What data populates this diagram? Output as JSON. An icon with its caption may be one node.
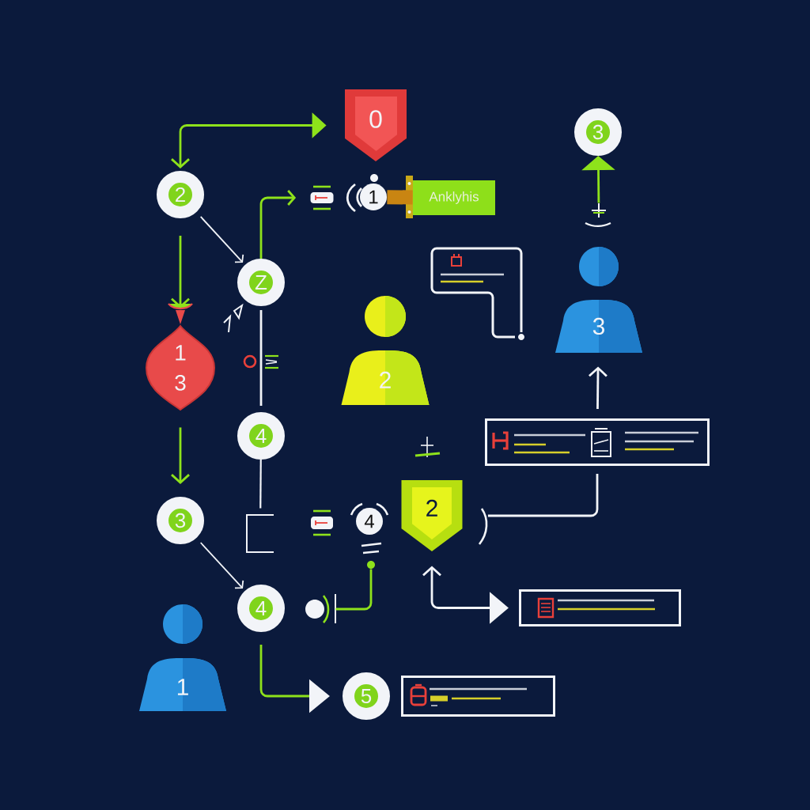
{
  "diagram": {
    "nodes": [
      {
        "text": [
          "0"
        ]
      },
      {
        "text": [
          "2"
        ]
      },
      {
        "text": [],
        "shape": "box"
      },
      {
        "text": [
          "1"
        ]
      },
      {
        "text": [
          "Anklyhis"
        ]
      },
      {
        "text": [
          "Z"
        ]
      },
      {
        "text": [
          "1",
          "3"
        ]
      },
      {
        "text": [
          "2"
        ]
      },
      {
        "text": [],
        "shape": "box"
      },
      {
        "text": [
          "3"
        ]
      },
      {
        "text": [
          "3"
        ]
      },
      {
        "text": [
          "4"
        ]
      },
      {
        "text": [],
        "shape": "box"
      },
      {
        "text": [
          "3"
        ]
      },
      {
        "text": [
          "4"
        ]
      },
      {
        "text": [
          "2"
        ]
      },
      {
        "text": [
          "4"
        ]
      },
      {
        "text": [],
        "shape": "circle"
      },
      {
        "text": [
          "1"
        ]
      },
      {
        "text": [],
        "shape": "box"
      },
      {
        "text": [
          "5"
        ]
      },
      {
        "text": [],
        "shape": "box"
      },
      {
        "text": [],
        "shape": "circle"
      },
      {
        "text": [],
        "shape": "bracket"
      },
      {
        "text": [],
        "shape": "sparkle"
      }
    ],
    "edges": [
      {
        "from": 1,
        "to": 0,
        "arrow": "both",
        "color": "#8ee21b"
      },
      {
        "from": 5,
        "to": 2,
        "arrow": "to",
        "color": "#8ee21b"
      },
      {
        "from": 3,
        "to": 4,
        "arrow": "none",
        "style": "thick",
        "color": "#c98512"
      },
      {
        "from": 1,
        "to": 6,
        "arrow": "to",
        "color": "#8ee21b"
      },
      {
        "from": 1,
        "to": 5,
        "arrow": "to",
        "color": "#f2f4f8"
      },
      {
        "from": 5,
        "to": 11,
        "arrow": "none",
        "color": "#f2f4f8"
      },
      {
        "from": 6,
        "to": 13,
        "arrow": "to",
        "color": "#8ee21b"
      },
      {
        "from": 24,
        "to": 10,
        "arrow": "to",
        "color": "#8ee21b"
      },
      {
        "from": 12,
        "to": 9,
        "arrow": "to",
        "color": "#f2f4f8"
      },
      {
        "from": 15,
        "to": 12,
        "arrow": "none",
        "color": "#f2f4f8"
      },
      {
        "from": 13,
        "to": 16,
        "arrow": "to",
        "color": "#f2f4f8"
      },
      {
        "from": 17,
        "to": 22,
        "arrow": "none",
        "color": "#8ee21b"
      },
      {
        "from": 16,
        "to": 20,
        "arrow": "to",
        "color": "#8ee21b"
      },
      {
        "from": 15,
        "to": 19,
        "arrow": "both",
        "color": "#f2f4f8"
      },
      {
        "from": 11,
        "to": 23,
        "arrow": "none",
        "color": "#f2f4f8"
      }
    ]
  }
}
